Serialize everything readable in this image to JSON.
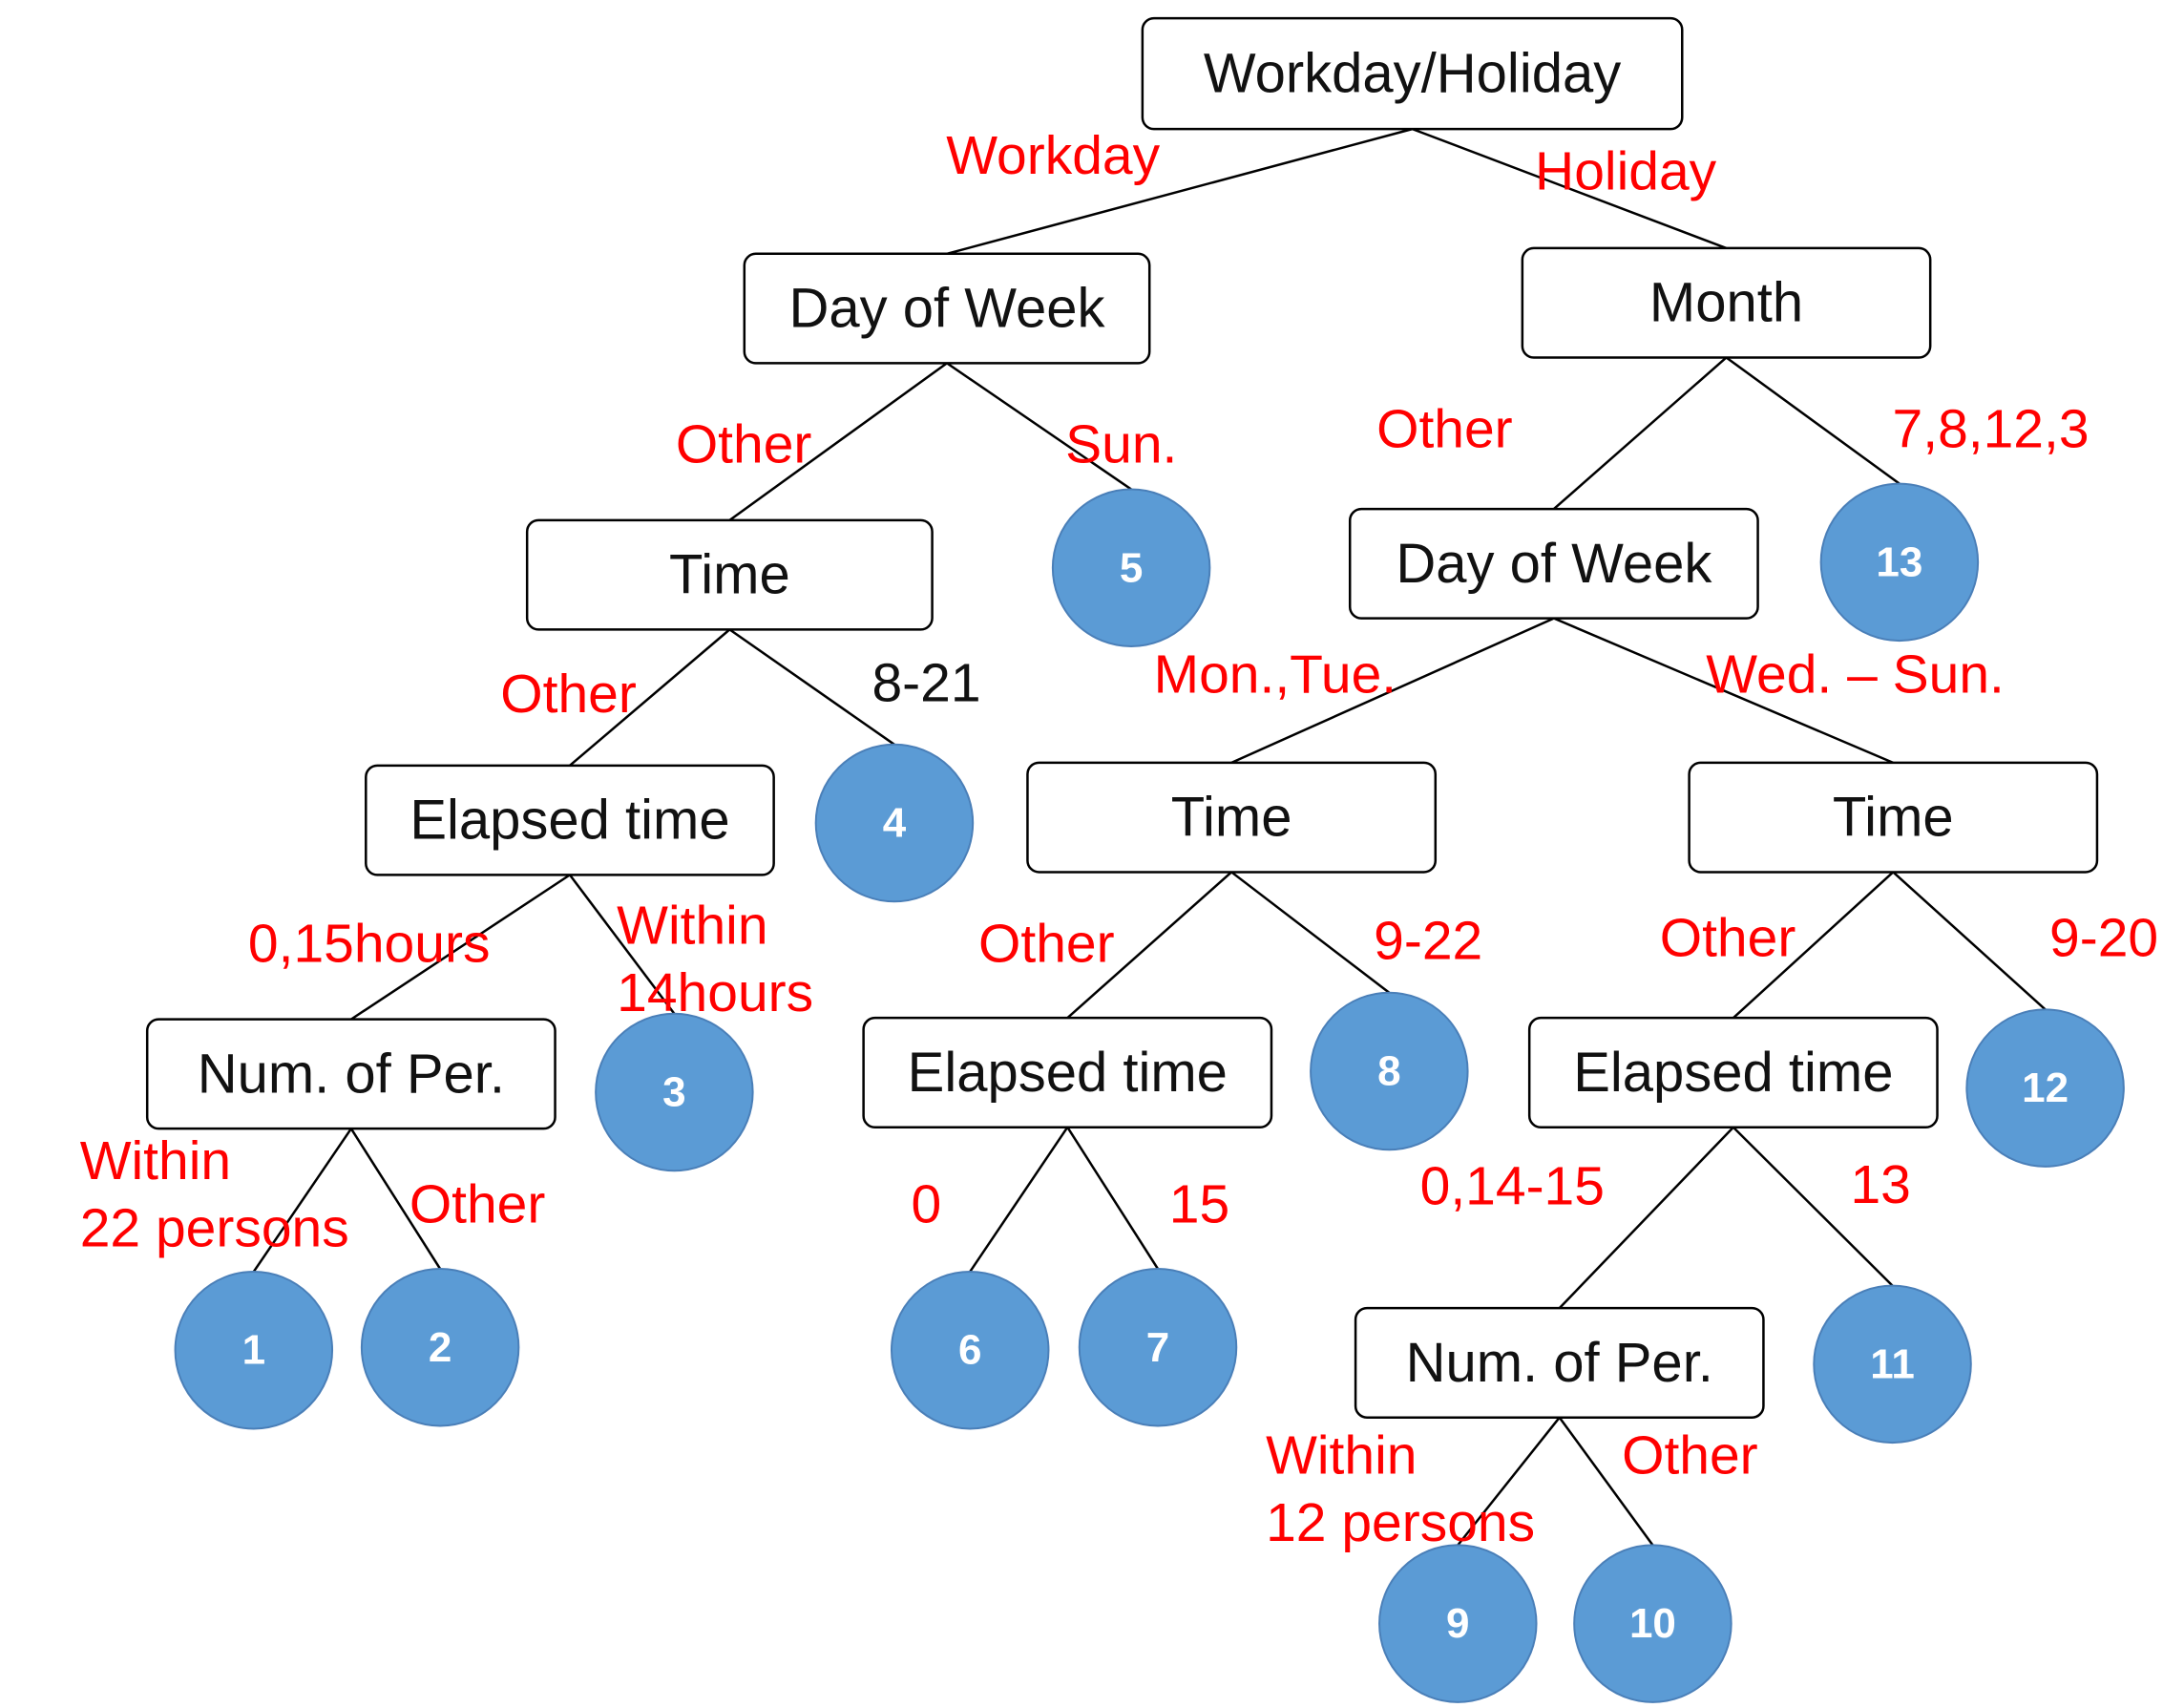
{
  "colors": {
    "label_red": "#ff0000",
    "label_black": "#111111",
    "leaf_fill": "#5b9bd5",
    "leaf_text": "#ffffff"
  },
  "nodes": [
    {
      "id": "root",
      "label": "Workday/Holiday"
    },
    {
      "id": "dow1",
      "label": "Day of Week"
    },
    {
      "id": "month",
      "label": "Month"
    },
    {
      "id": "time1",
      "label": "Time"
    },
    {
      "id": "dow2",
      "label": "Day of Week"
    },
    {
      "id": "elapsed1",
      "label": "Elapsed time"
    },
    {
      "id": "time2",
      "label": "Time"
    },
    {
      "id": "time3",
      "label": "Time"
    },
    {
      "id": "numper1",
      "label": "Num. of Per."
    },
    {
      "id": "elapsed2",
      "label": "Elapsed time"
    },
    {
      "id": "elapsed3",
      "label": "Elapsed time"
    },
    {
      "id": "numper2",
      "label": "Num. of Per."
    }
  ],
  "leaves": [
    {
      "id": "L1",
      "label": "1"
    },
    {
      "id": "L2",
      "label": "2"
    },
    {
      "id": "L3",
      "label": "3"
    },
    {
      "id": "L4",
      "label": "4"
    },
    {
      "id": "L5",
      "label": "5"
    },
    {
      "id": "L6",
      "label": "6"
    },
    {
      "id": "L7",
      "label": "7"
    },
    {
      "id": "L8",
      "label": "8"
    },
    {
      "id": "L9",
      "label": "9"
    },
    {
      "id": "L10",
      "label": "10"
    },
    {
      "id": "L11",
      "label": "11"
    },
    {
      "id": "L12",
      "label": "12"
    },
    {
      "id": "L13",
      "label": "13"
    }
  ],
  "edges": [
    {
      "from": "root",
      "to": "dow1",
      "label": [
        "Workday"
      ],
      "color": "red"
    },
    {
      "from": "root",
      "to": "month",
      "label": [
        "Holiday"
      ],
      "color": "red"
    },
    {
      "from": "dow1",
      "to": "time1",
      "label": [
        "Other"
      ],
      "color": "red"
    },
    {
      "from": "dow1",
      "to": "L5",
      "label": [
        "Sun."
      ],
      "color": "red"
    },
    {
      "from": "month",
      "to": "dow2",
      "label": [
        "Other"
      ],
      "color": "red"
    },
    {
      "from": "month",
      "to": "L13",
      "label": [
        "7,8,12,3"
      ],
      "color": "red"
    },
    {
      "from": "time1",
      "to": "elapsed1",
      "label": [
        "Other"
      ],
      "color": "red"
    },
    {
      "from": "time1",
      "to": "L4",
      "label": [
        "8-21"
      ],
      "color": "black"
    },
    {
      "from": "dow2",
      "to": "time2",
      "label": [
        "Mon.,Tue."
      ],
      "color": "red"
    },
    {
      "from": "dow2",
      "to": "time3",
      "label": [
        "Wed. – Sun."
      ],
      "color": "red"
    },
    {
      "from": "elapsed1",
      "to": "numper1",
      "label": [
        "0,15hours"
      ],
      "color": "red"
    },
    {
      "from": "elapsed1",
      "to": "L3",
      "label": [
        "Within",
        "14hours"
      ],
      "color": "red"
    },
    {
      "from": "time2",
      "to": "elapsed2",
      "label": [
        "Other"
      ],
      "color": "red"
    },
    {
      "from": "time2",
      "to": "L8",
      "label": [
        "9-22"
      ],
      "color": "red"
    },
    {
      "from": "time3",
      "to": "elapsed3",
      "label": [
        "Other"
      ],
      "color": "red"
    },
    {
      "from": "time3",
      "to": "L12",
      "label": [
        "9-20"
      ],
      "color": "red"
    },
    {
      "from": "numper1",
      "to": "L1",
      "label": [
        "Within",
        "22 persons"
      ],
      "color": "red"
    },
    {
      "from": "numper1",
      "to": "L2",
      "label": [
        "Other"
      ],
      "color": "red"
    },
    {
      "from": "elapsed2",
      "to": "L6",
      "label": [
        "0"
      ],
      "color": "red"
    },
    {
      "from": "elapsed2",
      "to": "L7",
      "label": [
        "15"
      ],
      "color": "red"
    },
    {
      "from": "elapsed3",
      "to": "numper2",
      "label": [
        "0,14-15"
      ],
      "color": "red"
    },
    {
      "from": "elapsed3",
      "to": "L11",
      "label": [
        "13"
      ],
      "color": "red"
    },
    {
      "from": "numper2",
      "to": "L9",
      "label": [
        "Within",
        "12 persons"
      ],
      "color": "red"
    },
    {
      "from": "numper2",
      "to": "L10",
      "label": [
        "Other"
      ],
      "color": "red"
    }
  ]
}
